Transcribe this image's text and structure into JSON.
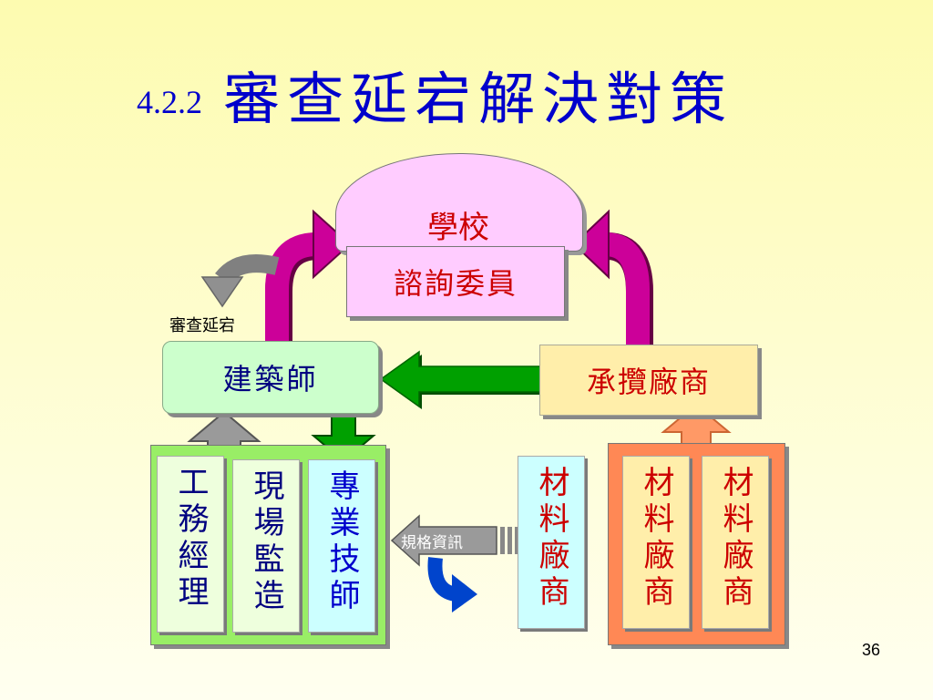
{
  "title": {
    "number": "4.2.2",
    "text": "審查延宕解決對策"
  },
  "school": {
    "label": "學校"
  },
  "committee": {
    "label": "諮詢委員"
  },
  "review_delay_label": "審查延宕",
  "architect": {
    "label": "建築師"
  },
  "contractor": {
    "label": "承攬廠商"
  },
  "architect_team": [
    {
      "label": "工務經理"
    },
    {
      "label": "現場監造"
    },
    {
      "label": "專業技師"
    }
  ],
  "spec_info_label": "規格資訊",
  "material_vendor_single": {
    "label": "材料廠商"
  },
  "contractor_vendors": [
    {
      "label": "材料廠商"
    },
    {
      "label": "材料廠商"
    }
  ],
  "page_number": "36",
  "colors": {
    "title": "#0000cc",
    "school_fill": "#ffccff",
    "magenta_arrow": "#cc0099",
    "green_arrow": "#009900",
    "architect_fill": "#ccffcc",
    "contractor_fill": "#ffeeaa",
    "contractor_text": "#cc0000",
    "group_green": "#99ee66",
    "group_orange": "#ff8855",
    "vendor_cyan": "#ccffff"
  }
}
